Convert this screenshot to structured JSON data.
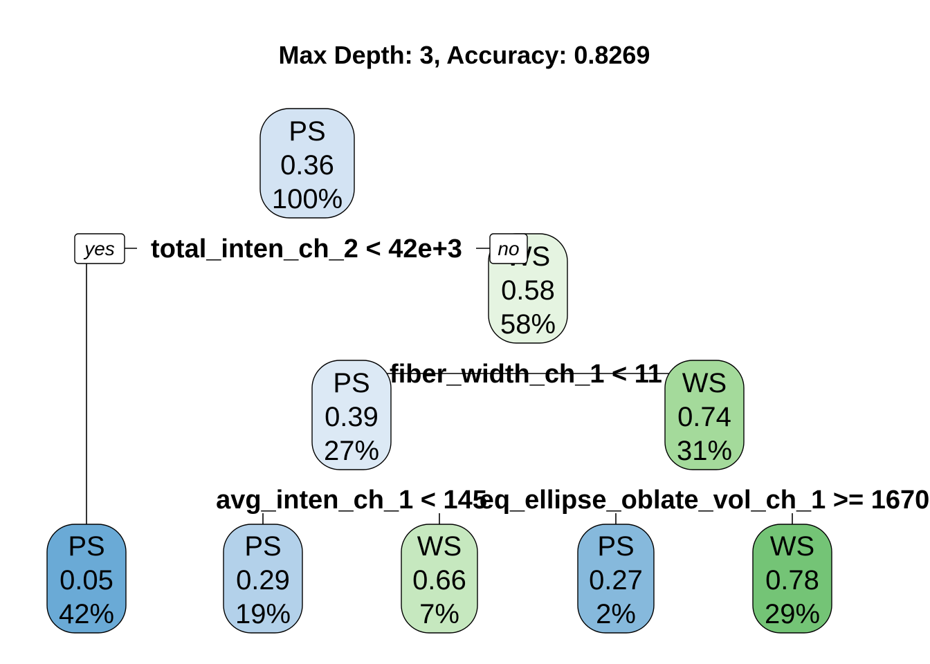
{
  "title": "Max Depth: 3, Accuracy:  0.8269",
  "colors": {
    "ps_lightest": "#d3e3f3",
    "ps_light": "#dce9f5",
    "ps_mid": "#b3d1ea",
    "ps_strong": "#86b9dc",
    "ps_dark": "#6aaad6",
    "ws_lightest": "#e5f4e1",
    "ws_light": "#c6e8bf",
    "ws_mid": "#a4da9b",
    "ws_dark": "#74c476"
  },
  "branch_labels": {
    "yes": "yes",
    "no": "no"
  },
  "nodes": {
    "root": {
      "class": "PS",
      "prob": "0.36",
      "pct": "100%"
    },
    "n_right": {
      "class": "WS",
      "prob": "0.58",
      "pct": "58%"
    },
    "n_right_left": {
      "class": "PS",
      "prob": "0.39",
      "pct": "27%"
    },
    "n_right_right": {
      "class": "WS",
      "prob": "0.74",
      "pct": "31%"
    },
    "leaf1": {
      "class": "PS",
      "prob": "0.05",
      "pct": "42%"
    },
    "leaf2": {
      "class": "PS",
      "prob": "0.29",
      "pct": "19%"
    },
    "leaf3": {
      "class": "WS",
      "prob": "0.66",
      "pct": "7%"
    },
    "leaf4": {
      "class": "PS",
      "prob": "0.27",
      "pct": "2%"
    },
    "leaf5": {
      "class": "WS",
      "prob": "0.78",
      "pct": "29%"
    }
  },
  "splits": {
    "root": "total_inten_ch_2 < 42e+3",
    "n_right": "fiber_width_ch_1 < 11",
    "n_right_left": "avg_inten_ch_1 < 145",
    "n_right_right": "eq_ellipse_oblate_vol_ch_1 >= 1670"
  }
}
